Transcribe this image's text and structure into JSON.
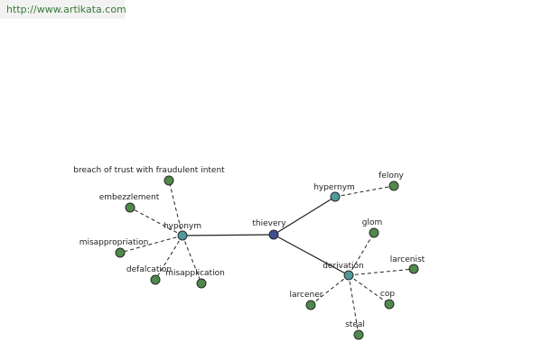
{
  "header": {
    "url": "http://www.artikata.com"
  },
  "graph": {
    "colors": {
      "root_fill": "#3d4f8e",
      "relation_fill": "#4f9a9a",
      "leaf_fill": "#4f8a4a",
      "node_stroke": "#2a2a2a",
      "edge_solid": "#222222",
      "edge_dashed": "#222222"
    },
    "nodes": [
      {
        "id": "thievery",
        "label": "thievery",
        "kind": "root"
      },
      {
        "id": "hyponym",
        "label": "hyponym",
        "kind": "relation"
      },
      {
        "id": "hypernym",
        "label": "hypernym",
        "kind": "relation"
      },
      {
        "id": "derivation",
        "label": "derivation",
        "kind": "relation"
      },
      {
        "id": "breach",
        "label": "breach of trust with fraudulent intent",
        "kind": "leaf"
      },
      {
        "id": "embezzlement",
        "label": "embezzlement",
        "kind": "leaf"
      },
      {
        "id": "misappropriation",
        "label": "misappropriation",
        "kind": "leaf"
      },
      {
        "id": "defalcation",
        "label": "defalcation",
        "kind": "leaf"
      },
      {
        "id": "misapplication",
        "label": "misapplication",
        "kind": "leaf"
      },
      {
        "id": "felony",
        "label": "felony",
        "kind": "leaf"
      },
      {
        "id": "glom",
        "label": "glom",
        "kind": "leaf"
      },
      {
        "id": "larcenist",
        "label": "larcenist",
        "kind": "leaf"
      },
      {
        "id": "cop",
        "label": "cop",
        "kind": "leaf"
      },
      {
        "id": "steal",
        "label": "steal",
        "kind": "leaf"
      },
      {
        "id": "larcener",
        "label": "larcener",
        "kind": "leaf"
      }
    ],
    "edges": [
      {
        "from": "thievery",
        "to": "hyponym",
        "style": "solid"
      },
      {
        "from": "thievery",
        "to": "hypernym",
        "style": "solid"
      },
      {
        "from": "thievery",
        "to": "derivation",
        "style": "solid"
      },
      {
        "from": "hyponym",
        "to": "breach",
        "style": "dashed"
      },
      {
        "from": "hyponym",
        "to": "embezzlement",
        "style": "dashed"
      },
      {
        "from": "hyponym",
        "to": "misappropriation",
        "style": "dashed"
      },
      {
        "from": "hyponym",
        "to": "defalcation",
        "style": "dashed"
      },
      {
        "from": "hyponym",
        "to": "misapplication",
        "style": "dashed"
      },
      {
        "from": "hypernym",
        "to": "felony",
        "style": "dashed"
      },
      {
        "from": "derivation",
        "to": "glom",
        "style": "dashed"
      },
      {
        "from": "derivation",
        "to": "larcenist",
        "style": "dashed"
      },
      {
        "from": "derivation",
        "to": "cop",
        "style": "dashed"
      },
      {
        "from": "derivation",
        "to": "steal",
        "style": "dashed"
      },
      {
        "from": "derivation",
        "to": "larcener",
        "style": "dashed"
      }
    ]
  }
}
